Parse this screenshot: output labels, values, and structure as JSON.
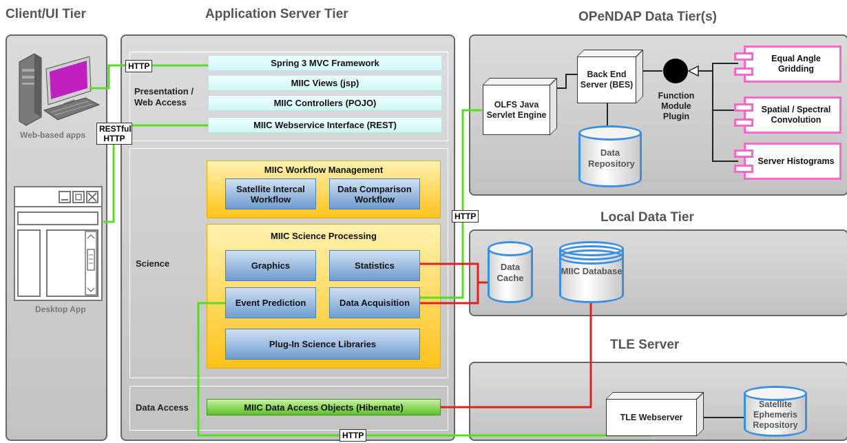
{
  "titles": {
    "client": "Client/UI Tier",
    "app": "Application Server Tier",
    "opendap": "OPeNDAP Data Tier(s)",
    "local": "Local Data Tier",
    "tle": "TLE Server"
  },
  "client": {
    "web_apps": "Web-based apps",
    "desktop_app": "Desktop App"
  },
  "app": {
    "presentation_label": "Presentation / Web Access",
    "presentation_bars": [
      "Spring 3 MVC Framework",
      "MIIC Views (jsp)",
      "MIIC Controllers (POJO)",
      "MIIC Webservice Interface (REST)"
    ],
    "science_label": "Science",
    "workflow": {
      "title": "MIIC Workflow Management",
      "items": [
        "Satellite Intercal Workflow",
        "Data Comparison Workflow"
      ]
    },
    "processing": {
      "title": "MIIC Science Processing",
      "graphics": "Graphics",
      "statistics": "Statistics",
      "event_prediction": "Event Prediction",
      "data_acquisition": "Data Acquisition",
      "plugin": "Plug-In Science Libraries"
    },
    "data_access_label": "Data Access",
    "dao": "MIIC Data Access Objects (Hibernate)"
  },
  "opendap": {
    "olfs": "OLFS Java Servlet Engine",
    "bes": "Back End Server (BES)",
    "data_repository": "Data Repository",
    "function_module": "Function Module Plugin",
    "modules": [
      "Equal Angle Gridding",
      "Spatial / Spectral Convolution",
      "Server Histograms"
    ]
  },
  "local": {
    "data_cache": "Data Cache",
    "miic_database": "MIIC Database"
  },
  "tle": {
    "webserver": "TLE Webserver",
    "ephemeris": "Satellite Ephemeris Repository"
  },
  "connectors": {
    "http_top": "HTTP",
    "restful_http": "RESTful HTTP",
    "http_mid": "HTTP",
    "http_bottom": "HTTP"
  },
  "colors": {
    "green_link": "#55dd22",
    "red_link": "#e02020",
    "cylinder_border": "#3a8fe0",
    "module_border": "#ff66cc"
  }
}
